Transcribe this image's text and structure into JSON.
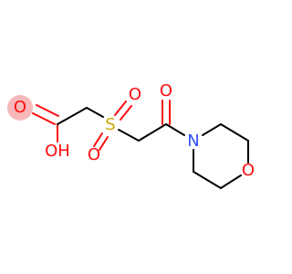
{
  "molecule": {
    "atoms": {
      "hydroxyl": "OH",
      "carbonyl_acid_o": "O",
      "sulfur": "S",
      "sulfonyl_o_right": "O",
      "sulfonyl_o_bottom": "O",
      "ketone_o": "O",
      "nitrogen": "N",
      "ring_oxygen": "O"
    },
    "colors": {
      "carbon_bond": "#000000",
      "oxygen": "#ff0d0d",
      "sulfur": "#c8a800",
      "nitrogen": "#3050f8",
      "highlight": "#f4a6a6"
    }
  }
}
